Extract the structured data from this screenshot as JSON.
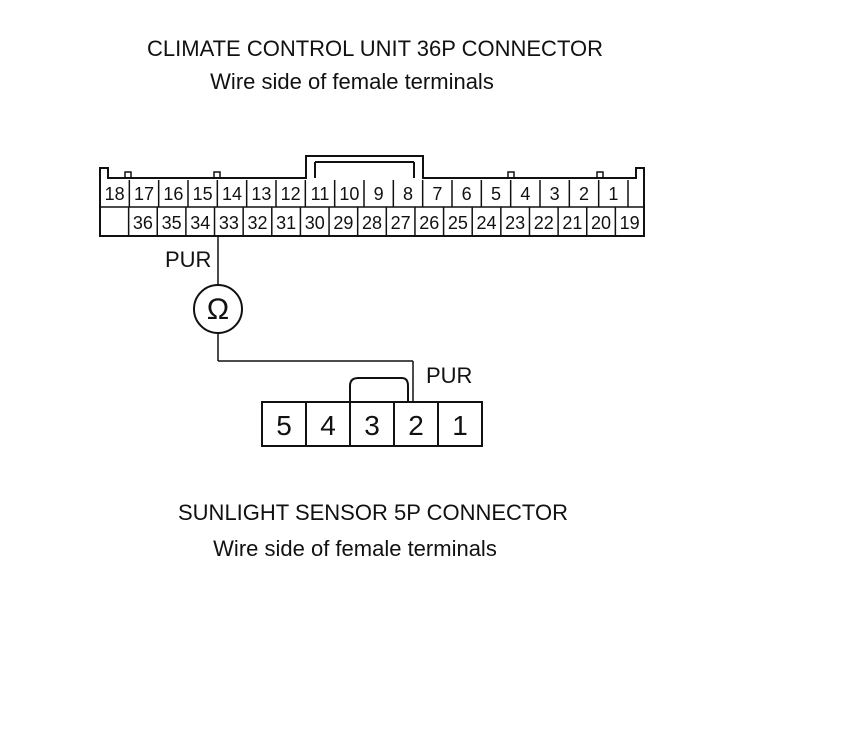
{
  "climate_unit": {
    "title": "CLIMATE CONTROL UNIT 36P CONNECTOR",
    "subtitle": "Wire side of female terminals",
    "top_row": [
      "18",
      "17",
      "16",
      "15",
      "14",
      "13",
      "12",
      "11",
      "10",
      "9",
      "8",
      "7",
      "6",
      "5",
      "4",
      "3",
      "2",
      "1"
    ],
    "bottom_row": [
      "",
      "36",
      "35",
      "34",
      "33",
      "32",
      "31",
      "30",
      "29",
      "28",
      "27",
      "26",
      "25",
      "24",
      "23",
      "22",
      "21",
      "20",
      "19"
    ]
  },
  "sunlight_sensor": {
    "title": "SUNLIGHT SENSOR 5P CONNECTOR",
    "subtitle": "Wire side of female terminals",
    "pins": [
      "5",
      "4",
      "3",
      "2",
      "1"
    ]
  },
  "wiring": {
    "wire_color_upper": "PUR",
    "wire_color_lower": "PUR",
    "meter_symbol": "Ω"
  }
}
